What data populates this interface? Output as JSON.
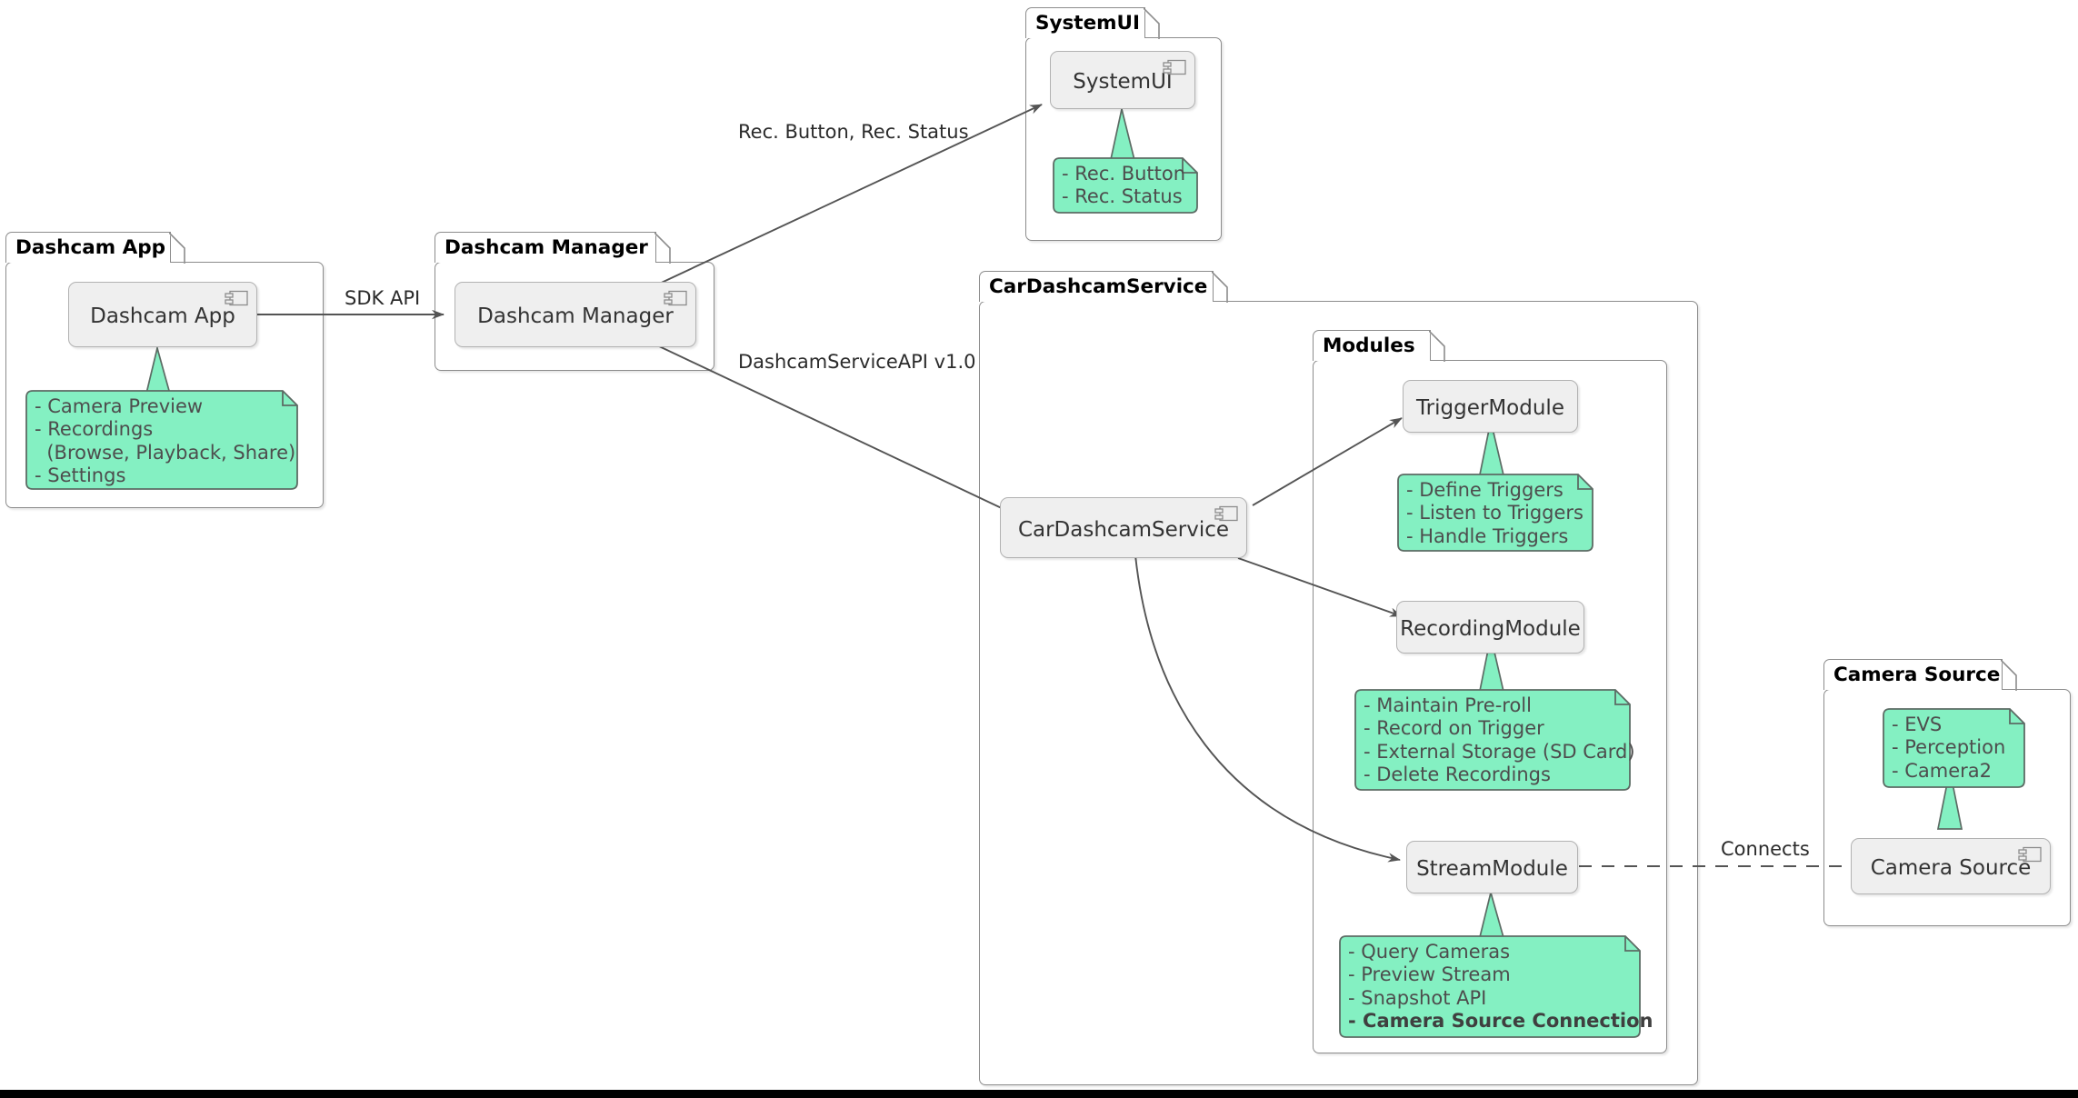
{
  "diagram": {
    "title": "Dashcam Architecture Component Diagram",
    "note_color": "#84f0c2",
    "note_border": "#5c6b64",
    "component_fill": "#efefef",
    "component_border": "#b2b2b2",
    "package_border": "#8c8c8c",
    "line_color": "#545454"
  },
  "packages": [
    {
      "name": "Dashcam App"
    },
    {
      "name": "Dashcam Manager"
    },
    {
      "name": "SystemUI"
    },
    {
      "name": "CarDashcamService"
    },
    {
      "name": "Modules"
    },
    {
      "name": "Camera Source"
    }
  ],
  "components": [
    {
      "name": "Dashcam App"
    },
    {
      "name": "Dashcam Manager"
    },
    {
      "name": "SystemUI"
    },
    {
      "name": "CarDashcamService"
    },
    {
      "name": "TriggerModule"
    },
    {
      "name": "RecordingModule"
    },
    {
      "name": "StreamModule"
    },
    {
      "name": "Camera Source"
    }
  ],
  "notes": {
    "dashcam_app": "- Camera Preview\n- Recordings\n  (Browse, Playback, Share)\n- Settings",
    "systemui": "- Rec. Button\n- Rec. Status",
    "trigger_module": "- Define Triggers\n- Listen to Triggers\n- Handle Triggers",
    "recording_module": "- Maintain Pre-roll\n- Record on Trigger\n- External Storage (SD Card)\n- Delete Recordings",
    "stream_module_lines": [
      "- Query Cameras",
      "- Preview Stream",
      "- Snapshot API",
      "- Camera Source Connection"
    ],
    "camera_source": "- EVS\n- Perception\n- Camera2"
  },
  "edges": [
    {
      "label": "SDK API",
      "from": "Dashcam App",
      "to": "Dashcam Manager"
    },
    {
      "label": "Rec. Button, Rec. Status",
      "from": "Dashcam Manager",
      "to": "SystemUI"
    },
    {
      "label": "DashcamServiceAPI v1.0",
      "from": "Dashcam Manager",
      "to": "CarDashcamService"
    },
    {
      "label": "",
      "from": "CarDashcamService",
      "to": "TriggerModule"
    },
    {
      "label": "",
      "from": "CarDashcamService",
      "to": "RecordingModule"
    },
    {
      "label": "",
      "from": "CarDashcamService",
      "to": "StreamModule"
    },
    {
      "label": "Connects",
      "from": "StreamModule",
      "to": "Camera Source"
    }
  ]
}
